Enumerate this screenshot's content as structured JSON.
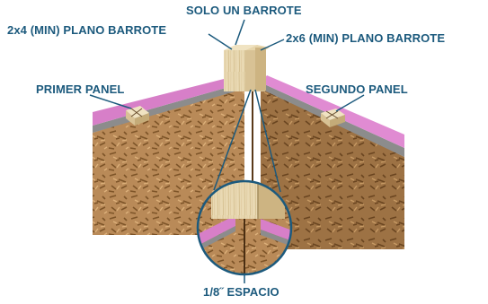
{
  "labels": {
    "solo_un_barrote": "SOLO UN BARROTE",
    "plano_barrote_2x4": "2x4 (MIN) PLANO BARROTE",
    "plano_barrote_2x6": "2x6 (MIN) PLANO BARROTE",
    "primer_panel": "PRIMER PANEL",
    "segundo_panel": "SEGUNDO PANEL",
    "espacio": "1/8˝ ESPACIO"
  },
  "colors": {
    "label_text": "#1c5a7d",
    "osb": "#b98a58",
    "osb_dark": "#8a6236",
    "foam": "#d77fc8",
    "gray_layer": "#8c8c8c",
    "lumber": "#e9d9b3",
    "leader_line": "#1c5a7d"
  }
}
